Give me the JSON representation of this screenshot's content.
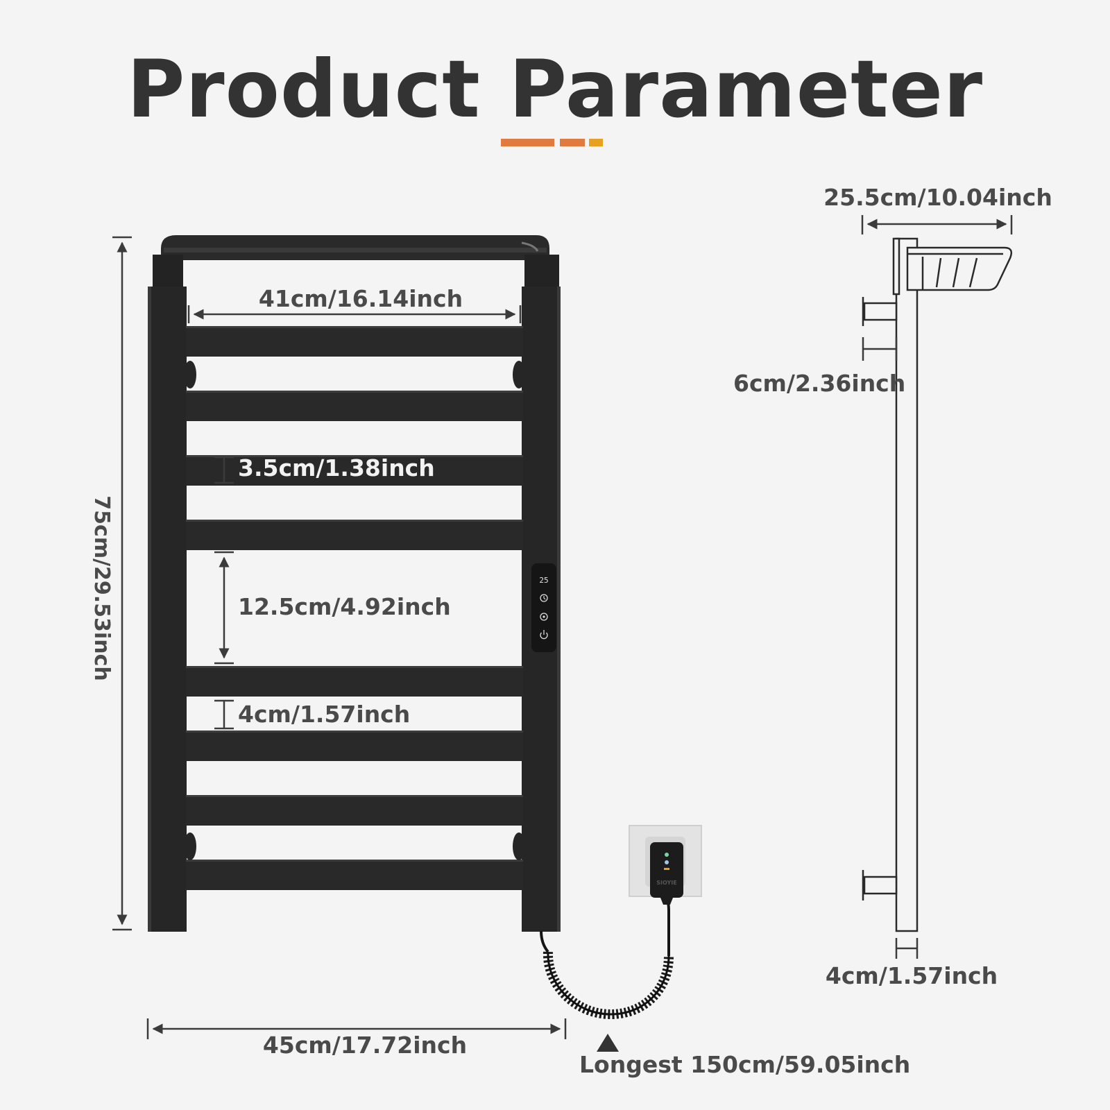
{
  "title": "Product Parameter",
  "accent_colors": [
    "#e07a3e",
    "#e8a020"
  ],
  "front_view": {
    "total_height": "75cm/29.53inch",
    "total_width": "45cm/17.72inch",
    "inner_width": "41cm/16.14inch",
    "bar_height": "3.5cm/1.38inch",
    "large_gap": "12.5cm/4.92inch",
    "small_gap": "4cm/1.57inch",
    "controller_display": "25",
    "controller_icons": [
      "clock-icon",
      "mode-icon",
      "power-icon"
    ],
    "cable_length": "Longest 150cm/59.05inch"
  },
  "side_view": {
    "shelf_depth": "25.5cm/10.04inch",
    "wall_offset": "6cm/2.36inch",
    "rail_depth": "4cm/1.57inch"
  },
  "plug_brand": "SIOYIE",
  "frame_color": "#262626"
}
